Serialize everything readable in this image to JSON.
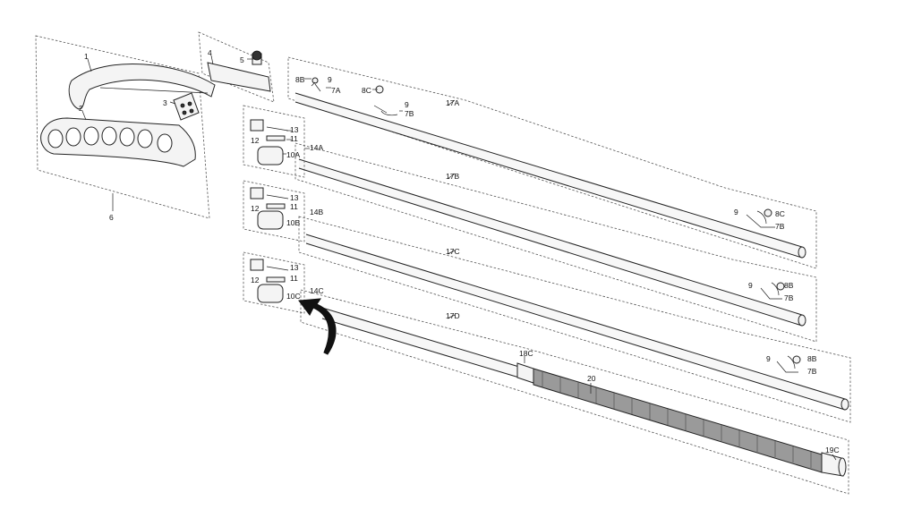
{
  "labels": {
    "p1": "1",
    "p2": "2",
    "p3": "3",
    "p4": "4",
    "p5": "5",
    "p6": "6",
    "p8b_a": "8B",
    "p9_a": "9",
    "p7a": "7A",
    "p8c_a": "8C",
    "p9_b": "9",
    "p7b_a": "7B",
    "p17a": "17A",
    "p13_a": "13",
    "p11_a": "11",
    "p12_a": "12",
    "p14a": "14A",
    "p10a": "10A",
    "p17b": "17B",
    "p9_c": "9",
    "p8c_b": "8C",
    "p7b_b": "7B",
    "p13_b": "13",
    "p11_b": "11",
    "p12_b": "12",
    "p14b": "14B",
    "p10b": "10B",
    "p17c": "17C",
    "p9_d": "9",
    "p8b_b": "8B",
    "p7b_c": "7B",
    "p13_c": "13",
    "p11_c": "11",
    "p12_c": "12",
    "p14c": "14C",
    "p10c": "10C",
    "p17d": "17D",
    "p9_e": "9",
    "p8b_c": "8B",
    "p7b_d": "7B",
    "p18c": "18C",
    "p20": "20",
    "p19c": "19C"
  },
  "icons": {
    "arrow": "curved-arrow-icon"
  }
}
